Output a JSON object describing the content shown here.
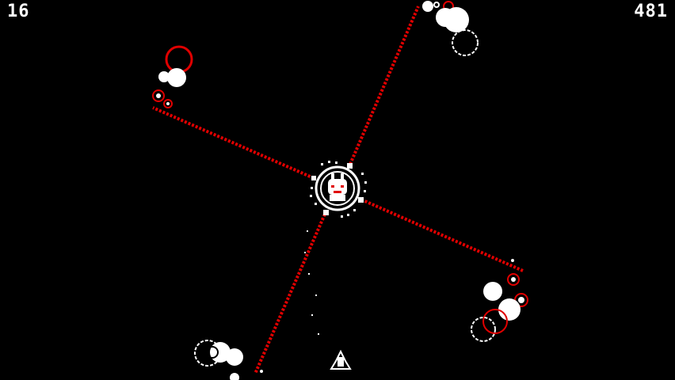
{
  "hud": {
    "left_counter": "16",
    "score": "481"
  },
  "colors": {
    "background": "#000000",
    "laser": "#e00000",
    "foreground": "#ffffff"
  },
  "entities": {
    "boss": "skull-boss",
    "player": "player-ship"
  }
}
